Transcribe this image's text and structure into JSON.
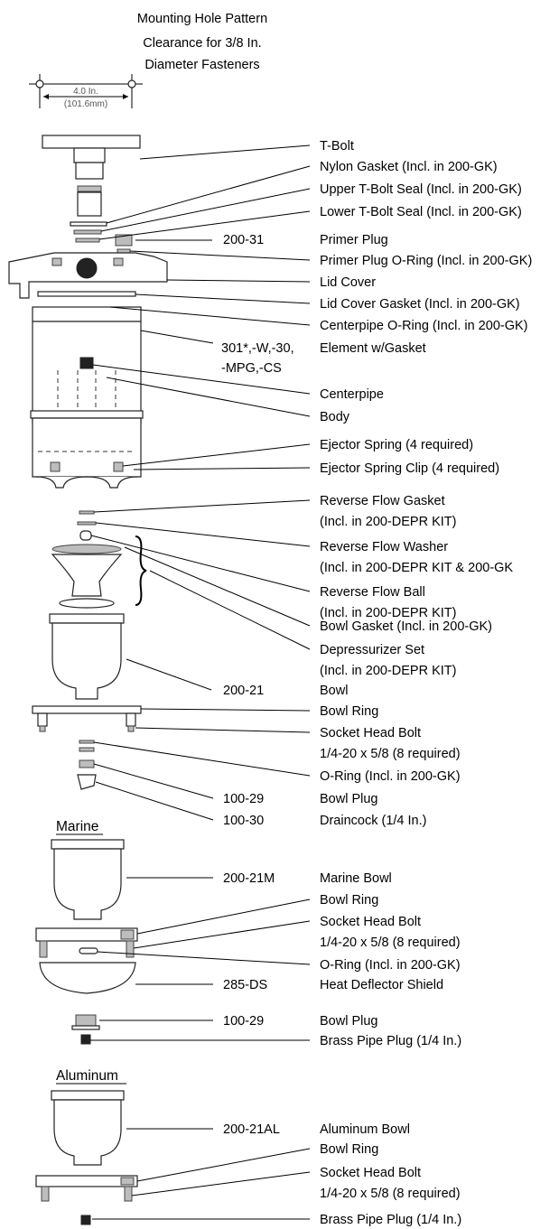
{
  "mounting": {
    "title": "Mounting Hole Pattern",
    "line2": "Clearance for 3/8 In.",
    "line3": "Diameter Fasteners",
    "dim_top": "4.0 In.",
    "dim_bottom": "(101.6mm)"
  },
  "parts": [
    {
      "label": "T-Bolt"
    },
    {
      "label": "Nylon Gasket (Incl. in 200-GK)"
    },
    {
      "label": "Upper T-Bolt Seal (Incl. in 200-GK)"
    },
    {
      "label": "Lower T-Bolt Seal (Incl. in 200-GK)"
    },
    {
      "number": "200-31",
      "label": "Primer Plug"
    },
    {
      "label": "Primer Plug O-Ring (Incl. in 200-GK)"
    },
    {
      "label": "Lid Cover"
    },
    {
      "label": "Lid Cover Gasket (Incl. in 200-GK)"
    },
    {
      "label": "Centerpipe O-Ring (Incl. in 200-GK)"
    },
    {
      "number": "301*,-W,-30,",
      "number2": "-MPG,-CS",
      "label": "Element w/Gasket"
    },
    {
      "label": "Centerpipe"
    },
    {
      "label": "Body"
    },
    {
      "label": "Ejector Spring (4 required)"
    },
    {
      "label": "Ejector Spring Clip (4 required)"
    },
    {
      "label": "Reverse Flow Gasket",
      "label2": "(Incl. in 200-DEPR KIT)"
    },
    {
      "label": "Reverse Flow Washer",
      "label2": "(Incl. in 200-DEPR KIT & 200-GK"
    },
    {
      "label": "Reverse Flow Ball",
      "label2": "(Incl. in 200-DEPR KIT)"
    },
    {
      "label": "Bowl Gasket (Incl. in 200-GK)"
    },
    {
      "label": "Depressurizer Set",
      "label2": "(Incl. in 200-DEPR KIT)"
    },
    {
      "number": "200-21",
      "label": "Bowl"
    },
    {
      "label": "Bowl Ring"
    },
    {
      "label": "Socket Head Bolt",
      "label2": "1/4-20 x 5/8 (8 required)"
    },
    {
      "label": "O-Ring (Incl. in 200-GK)"
    },
    {
      "number": "100-29",
      "label": "Bowl Plug"
    },
    {
      "number": "100-30",
      "label": "Draincock (1/4 In.)"
    }
  ],
  "marine": {
    "heading": "Marine",
    "parts": [
      {
        "number": "200-21M",
        "label": "Marine Bowl"
      },
      {
        "label": "Bowl Ring"
      },
      {
        "label": "Socket Head Bolt",
        "label2": "1/4-20 x 5/8 (8 required)"
      },
      {
        "label": "O-Ring (Incl. in 200-GK)"
      },
      {
        "number": "285-DS",
        "label": "Heat Deflector Shield"
      },
      {
        "number": "100-29",
        "label": "Bowl Plug"
      },
      {
        "label": "Brass Pipe Plug (1/4 In.)"
      }
    ]
  },
  "aluminum": {
    "heading": "Aluminum",
    "parts": [
      {
        "number": "200-21AL",
        "label": "Aluminum Bowl"
      },
      {
        "label": "Bowl Ring"
      },
      {
        "label": "Socket Head Bolt",
        "label2": "1/4-20 x 5/8 (8 required)"
      },
      {
        "label": "Brass Pipe Plug (1/4 In.)"
      }
    ]
  }
}
